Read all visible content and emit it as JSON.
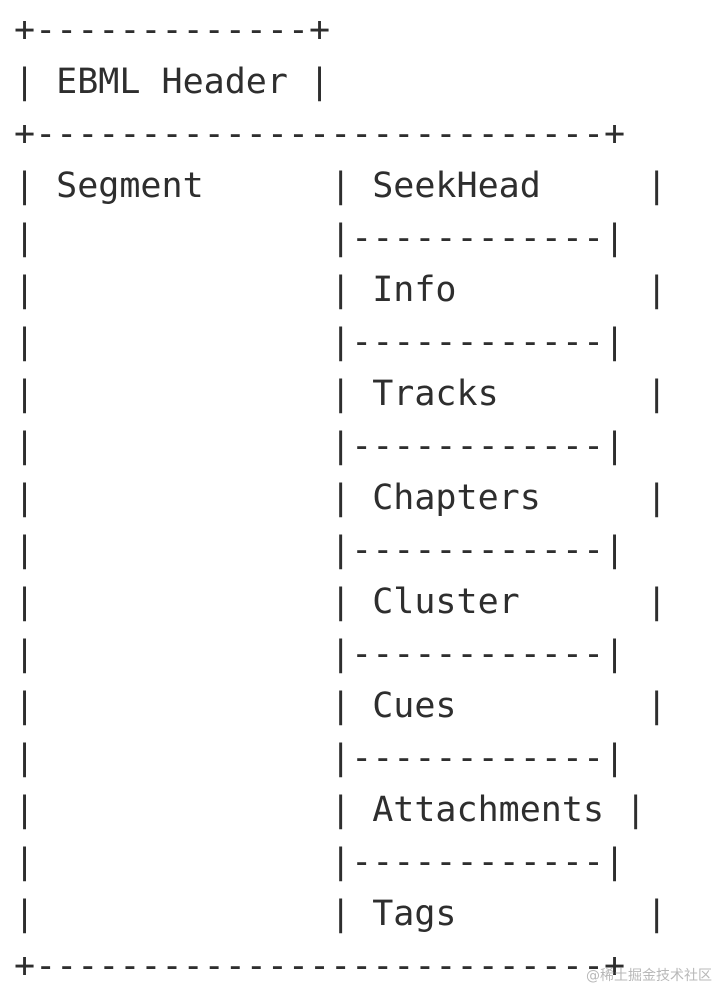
{
  "diagram": {
    "lines": [
      "+-------------+",
      "| EBML Header |",
      "+---------------------------+",
      "| Segment      | SeekHead     |",
      "|              |------------|",
      "|              | Info         |",
      "|              |------------|",
      "|              | Tracks       |",
      "|              |------------|",
      "|              | Chapters     |",
      "|              |------------|",
      "|              | Cluster      |",
      "|              |------------|",
      "|              | Cues         |",
      "|              |------------|",
      "|              | Attachments |",
      "|              |------------|",
      "|              | Tags         |",
      "+---------------------------+"
    ],
    "watermark": "@稀土掘金技术社区"
  }
}
